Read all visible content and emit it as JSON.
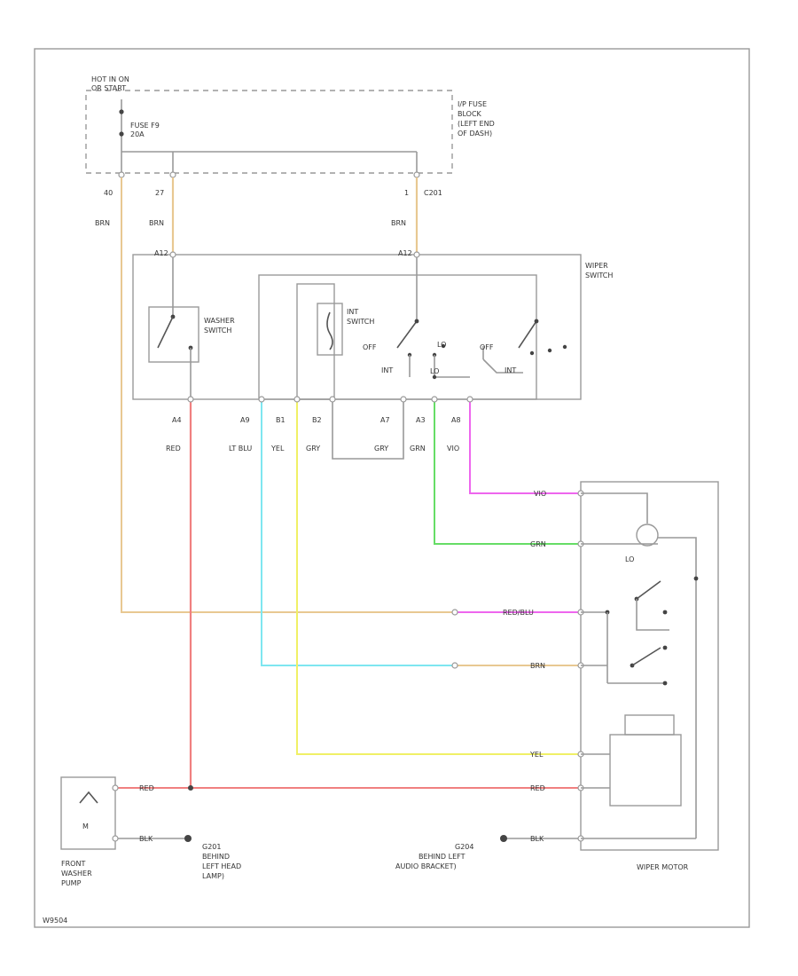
{
  "colors": {
    "brn": "#e8c892",
    "red": "#f08080",
    "lt_blu": "#7ee6f0",
    "yel": "#f0f066",
    "grn": "#66dd66",
    "vio": "#ee66ee",
    "frame": "#999999"
  },
  "labels": {
    "hot_in": "HOT IN ON",
    "or_start": "OR START",
    "fuse": "FUSE F9",
    "fuse_amp": "20A",
    "fuse_block": [
      "I/P FUSE",
      "BLOCK",
      "(LEFT END",
      "OF DASH)"
    ],
    "pin_40": "40",
    "pin_27": "27",
    "pin_1": "1",
    "conn_c201": "C201",
    "brn_1": "BRN",
    "brn_2": "BRN",
    "brn_3": "BRN",
    "pin_a12_left": "A12",
    "pin_a12_right": "A12",
    "wiper_switch": [
      "WIPER",
      "SWITCH"
    ],
    "washer_switch": [
      "WASHER",
      "SWITCH"
    ],
    "int_switch": [
      "INT",
      "SWITCH"
    ],
    "off_1": "OFF",
    "off_2": "OFF",
    "lo_1": "LO",
    "int_1": "INT",
    "int_2": "INT",
    "lo_2": "LO",
    "pin_a4": "A4",
    "pin_a9": "A9",
    "pin_b1": "B1",
    "pin_b2": "B2",
    "pin_a7": "A7",
    "pin_a3": "A3",
    "pin_a8": "A8",
    "red": "RED",
    "lt_blu": "LT BLU",
    "yel": "YEL",
    "gry_1": "GRY",
    "gry_2": "GRY",
    "grn": "GRN",
    "vio": "VIO",
    "m_vio": "VIO",
    "m_grn": "GRN",
    "m_lo": "LO",
    "m_red_blu": "RED/BLU",
    "m_brn": "BRN",
    "m_yel": "YEL",
    "m_red": "RED",
    "m_blk": "BLK",
    "p_red": "RED",
    "p_blk": "BLK",
    "g201": [
      "G201",
      "BEHIND",
      "LEFT HEAD",
      "LAMP)"
    ],
    "g204": [
      "G204",
      "BEHIND LEFT",
      "AUDIO BRACKET)"
    ],
    "front_washer_pump": [
      "FRONT",
      "WASHER",
      "PUMP"
    ],
    "wiper_motor": "WIPER MOTOR",
    "drawing_id": "W9504"
  }
}
